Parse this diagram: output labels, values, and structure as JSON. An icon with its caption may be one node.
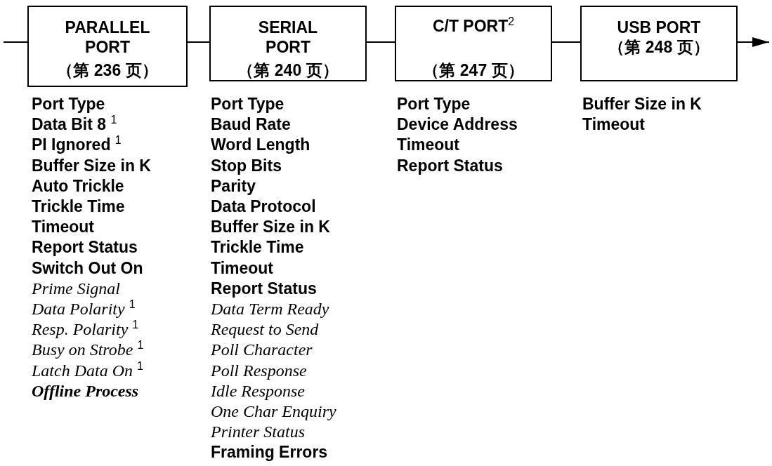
{
  "diagram": {
    "nodes": [
      {
        "text": [
          "PARALLEL PORT",
          "（第 236 页）"
        ],
        "beside": [
          "Port Type",
          "Data Bit 8 $^{1}$",
          "PI Ignored $^{1}$",
          "Buffer Size in K",
          "Auto Trickle",
          "Trickle Time",
          "Timeout",
          "Report Status",
          "Switch Out On",
          "Prime Signal",
          "Data Polarity $^{1}$",
          "Resp. Polarity $^{1}$",
          "Busy on Strobe $^{1}$",
          "Latch Data On $^{1}$",
          "Offline Process"
        ]
      },
      {
        "text": [
          "SERIAL PORT",
          "（第 240 页）"
        ],
        "beside": [
          "Port Type",
          "Baud Rate",
          "Word Length",
          "Stop Bits",
          "Parity",
          "Data Protocol",
          "Buffer Size in K",
          "Trickle Time",
          "Timeout",
          "Report Status",
          "Data Term Ready",
          "Request to Send",
          "Poll Character",
          "Poll Response",
          "Idle Response",
          "One Char Enquiry",
          "Printer Status",
          "Framing Errors"
        ]
      },
      {
        "text": [
          "C/T PORT$^{2}$",
          "（第 247 页）"
        ],
        "beside": [
          "Port Type",
          "Device Address",
          "Timeout",
          "Report Status"
        ]
      },
      {
        "text": [
          "USB PORT",
          "（第 248 页）"
        ],
        "beside": [
          "Buffer Size in K",
          "Timeout"
        ]
      }
    ],
    "edges": [
      {
        "from": null,
        "to": 0,
        "arrow": "none"
      },
      {
        "from": 0,
        "to": 1,
        "arrow": "none"
      },
      {
        "from": 1,
        "to": 2,
        "arrow": "none"
      },
      {
        "from": 2,
        "to": 3,
        "arrow": "none"
      },
      {
        "from": 3,
        "to": null,
        "arrow": "to"
      }
    ]
  }
}
